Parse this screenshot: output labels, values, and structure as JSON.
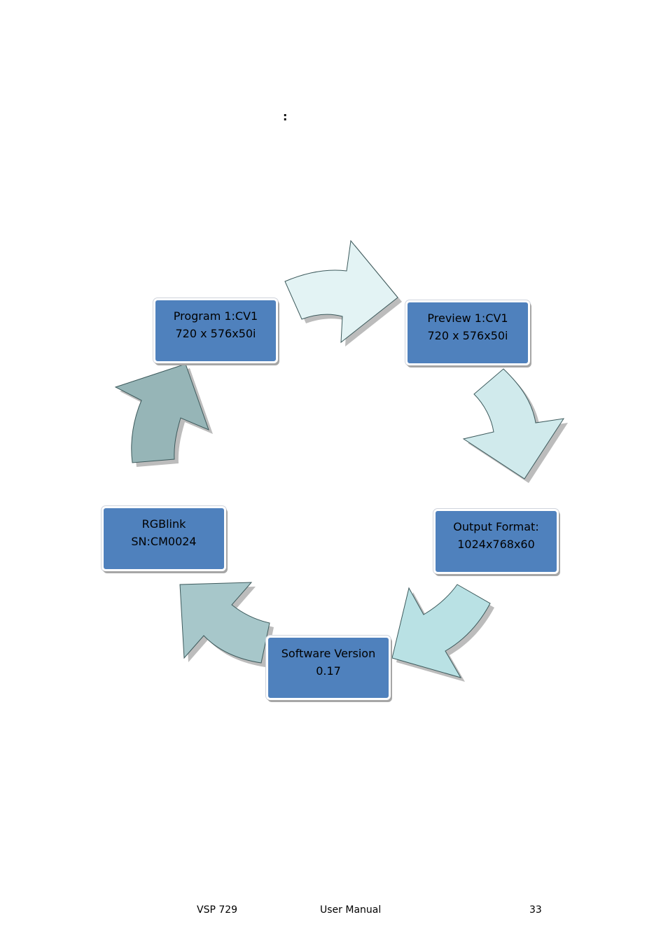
{
  "header": {
    "colon": ":"
  },
  "diagram": {
    "boxes": [
      {
        "id": "program",
        "line1": "Program 1:CV1",
        "line2": "720 x 576x50i"
      },
      {
        "id": "preview",
        "line1": "Preview 1:CV1",
        "line2": "720 x 576x50i"
      },
      {
        "id": "output",
        "line1": "Output Format:",
        "line2": "1024x768x60"
      },
      {
        "id": "software",
        "line1": "Software Version",
        "line2": "0.17"
      },
      {
        "id": "rgblink",
        "line1": "RGBlink",
        "line2": "SN:CM0024"
      }
    ],
    "colors": {
      "box_fill": "#4f81bd",
      "arrow_1": "#e3f3f4",
      "arrow_2": "#d0eaec",
      "arrow_3": "#b9e1e4",
      "arrow_4": "#a7c7ca",
      "arrow_5": "#96b5b7",
      "arrow_stroke": "#3d5a5c",
      "shadow": "#bcbcbc"
    }
  },
  "footer": {
    "product": "VSP 729",
    "doc_title": "User Manual",
    "page_number": "33"
  }
}
